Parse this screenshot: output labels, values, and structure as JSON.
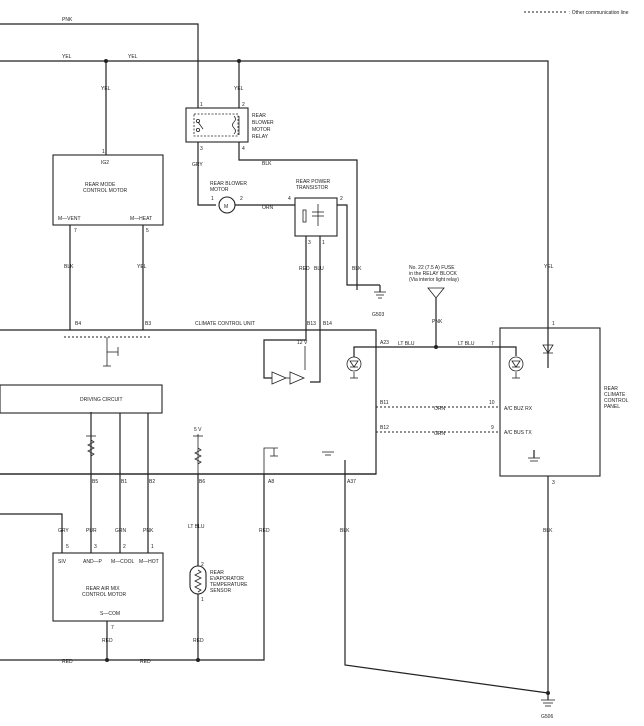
{
  "legend": {
    "other_line": ": Other communication line"
  },
  "components": {
    "relay": {
      "name_l1": "REAR",
      "name_l2": "BLOWER",
      "name_l3": "MOTOR",
      "name_l4": "RELAY",
      "pin1": "1",
      "pin2": "2",
      "pin3": "3",
      "pin4": "4"
    },
    "mode_motor": {
      "name_l1": "REAR MODE",
      "name_l2": "CONTROL MOTOR",
      "pin_top": "1",
      "pin_top_label": "IG2",
      "vent_label": "M—VENT",
      "heat_label": "M—HEAT",
      "pin_vent": "7",
      "pin_heat": "5"
    },
    "blower_motor": {
      "name_l1": "REAR BLOWER",
      "name_l2": "MOTOR",
      "pin1": "1",
      "pin2": "2",
      "symbol": "M"
    },
    "power_transistor": {
      "name_l1": "REAR POWER",
      "name_l2": "TRANSISTOR",
      "pin4": "4",
      "pin2": "2",
      "pin3": "3",
      "pin1": "1"
    },
    "fuse": {
      "label_l1": "No. 22 (7.5 A) FUSE",
      "label_l2": "in the RELAY BLOCK",
      "label_l3": "(Via interior light relay)"
    },
    "ccu": {
      "name": "CLIMATE CONTROL UNIT",
      "b4": "B4",
      "b3": "B3",
      "b13": "B13",
      "b14": "B14",
      "a23": "A23",
      "b11": "B11",
      "b12": "B12",
      "b5": "B5",
      "b1": "B1",
      "b2": "B2",
      "b6": "B6",
      "a8": "A8",
      "a37": "A37",
      "v12": "12 V",
      "v5": "5 V",
      "driving": "DRIVING CIRCUIT"
    },
    "panel": {
      "name_l1": "REAR",
      "name_l2": "CLIMATE",
      "name_l3": "CONTROL",
      "name_l4": "PANEL",
      "pin1": "1",
      "pin7": "7",
      "pin10": "10",
      "pin9": "9",
      "pin3": "3",
      "rx": "A/C BUZ RX",
      "tx": "A/C BUS TX"
    },
    "airmix": {
      "name_l1": "REAR AIR MIX",
      "name_l2": "CONTROL MOTOR",
      "pin5": "5",
      "pin3": "3",
      "pin2": "2",
      "pin1": "1",
      "pin7": "7",
      "l_siv": "SIV",
      "l_andp": "AND—P",
      "l_mcool": "M—COOL",
      "l_mhot": "M—HOT",
      "l_scom": "S—COM"
    },
    "sensor": {
      "name_l1": "REAR",
      "name_l2": "EVAPORATOR",
      "name_l3": "TEMPERATURE",
      "name_l4": "SENSOR",
      "pin2": "2",
      "pin1": "1"
    }
  },
  "wires": {
    "pnk_top": "PNK",
    "yel_a": "YEL",
    "yel_b": "YEL",
    "yel_mode": "YEL",
    "yel_relay": "YEL",
    "gry_relay": "GRY",
    "blk_relay": "BLK",
    "orn_motor": "ORN",
    "blk_mode": "BLK",
    "yel_mode_heat": "YEL",
    "red_tr": "RED",
    "blu_tr": "BLU",
    "blk_tr": "BLK",
    "pnk_fuse": "PNK",
    "ltblu_1": "LT BLU",
    "ltblu_2": "LT BLU",
    "yel_panel": "YEL",
    "orn_bus": "ORN",
    "grn_bus": "GRN",
    "gry_mix": "GRY",
    "pur_mix": "PUR",
    "grn_mix": "GRN",
    "pnk_mix": "PNK",
    "ltblu_sensor": "LT BLU",
    "red_a8": "RED",
    "blk_a37": "BLK",
    "blk_panel": "BLK",
    "red_mix": "RED",
    "red_sensor": "RED",
    "red_bot1": "RED",
    "red_bot2": "RED"
  },
  "grounds": {
    "g503": "G503",
    "g506": "G506"
  }
}
